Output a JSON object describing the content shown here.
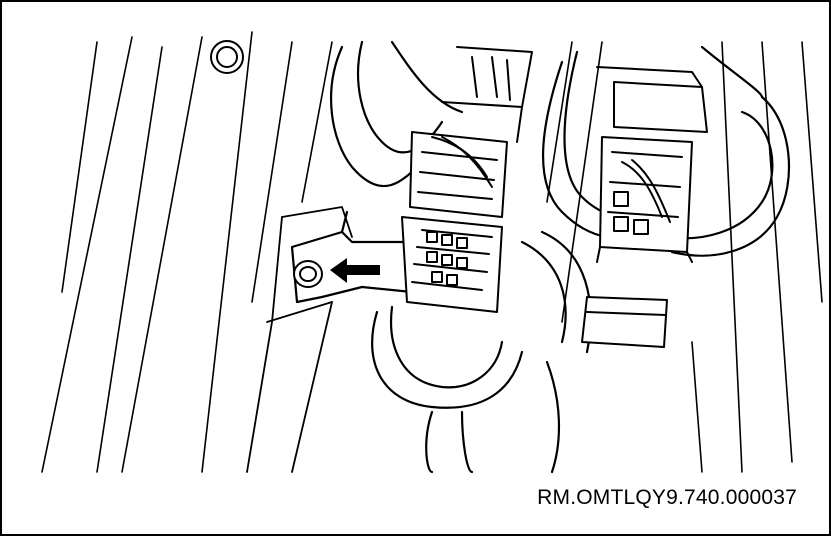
{
  "figure": {
    "reference_code": "RM.OMTLQY9.740.000037"
  },
  "colors": {
    "line": "#000000",
    "background": "#ffffff"
  },
  "parts": [
    "ground-bolt",
    "arrow-indicator",
    "bracket",
    "center-connector",
    "right-connector",
    "wiring-harness"
  ]
}
